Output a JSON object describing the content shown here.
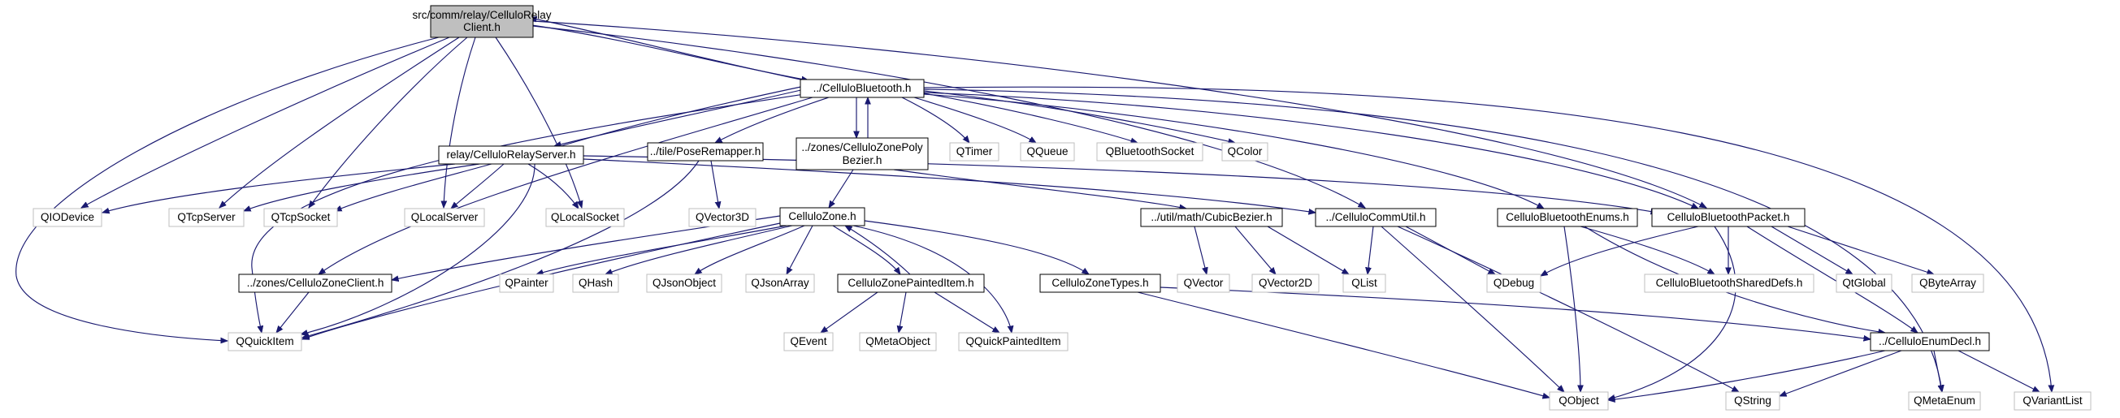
{
  "colors": {
    "edge": "#191970",
    "root_fill": "#bfbfbf",
    "node_border": "#000000",
    "external_border": "#bfbfbf",
    "background": "#ffffff"
  },
  "nodes": {
    "root_line1": "src/comm/relay/CelluloRelay",
    "root_line2": "Client.h",
    "cellulo_bluetooth": "../CelluloBluetooth.h",
    "relay_server": "relay/CelluloRelayServer.h",
    "pose_remapper": "../tile/PoseRemapper.h",
    "zone_poly_line1": "../zones/CelluloZonePoly",
    "zone_poly_line2": "Bezier.h",
    "qtimer": "QTimer",
    "qqueue": "QQueue",
    "qbluetoothsocket": "QBluetoothSocket",
    "qcolor": "QColor",
    "qiodevice": "QIODevice",
    "qtcpserver": "QTcpServer",
    "qtcpsocket": "QTcpSocket",
    "qlocalserver": "QLocalServer",
    "qlocalsocket": "QLocalSocket",
    "qvector3d": "QVector3D",
    "cubic_bezier": "../util/math/CubicBezier.h",
    "comm_util": "../CelluloCommUtil.h",
    "bluetooth_enums": "CelluloBluetoothEnums.h",
    "bluetooth_packet": "CelluloBluetoothPacket.h",
    "zone_client": "../zones/CelluloZoneClient.h",
    "cellulo_zone": "CelluloZone.h",
    "qpainter": "QPainter",
    "qhash": "QHash",
    "qjsonobject": "QJsonObject",
    "qjsonarray": "QJsonArray",
    "zone_painted_item": "CelluloZonePaintedItem.h",
    "zone_types": "CelluloZoneTypes.h",
    "qvector": "QVector",
    "qvector2d": "QVector2D",
    "qlist": "QList",
    "qdebug": "QDebug",
    "bluetooth_shared_defs": "CelluloBluetoothSharedDefs.h",
    "qtglobal": "QtGlobal",
    "qbytearray": "QByteArray",
    "qquickitem": "QQuickItem",
    "qevent": "QEvent",
    "qmetaobject": "QMetaObject",
    "qquickpainteditem": "QQuickPaintedItem",
    "enum_decl": "../CelluloEnumDecl.h",
    "qobject": "QObject",
    "qstring": "QString",
    "qmetaenum": "QMetaEnum",
    "qvariantlist": "QVariantList"
  }
}
